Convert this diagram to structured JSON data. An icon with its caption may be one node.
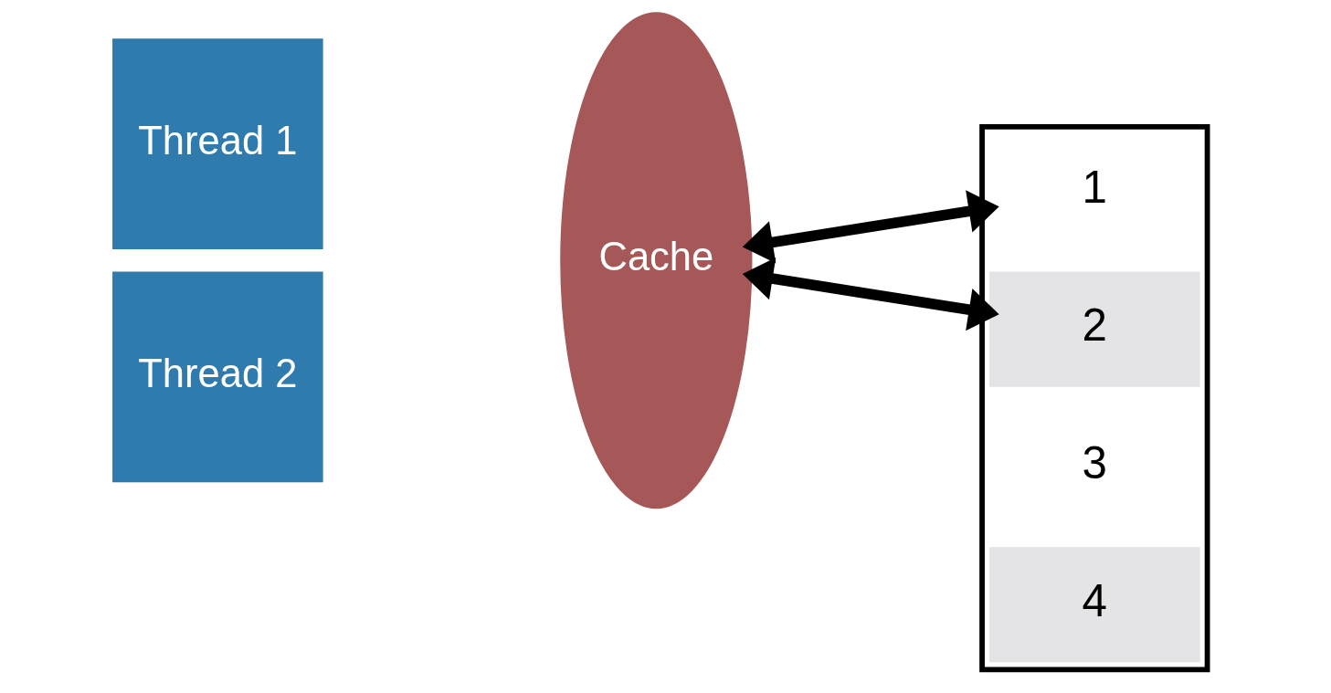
{
  "diagram": {
    "nodes": [
      {
        "text": [
          "Thread 1"
        ]
      },
      {
        "text": [
          "Thread 2"
        ]
      },
      {
        "text": [
          "Cache"
        ]
      },
      {
        "text": [],
        "shape": "box"
      },
      {
        "text": [
          "1"
        ],
        "in": 3
      },
      {
        "text": [
          "2"
        ],
        "in": 3
      },
      {
        "text": [
          "3"
        ],
        "in": 3
      },
      {
        "text": [
          "4"
        ],
        "in": 3
      }
    ],
    "edges": [
      {
        "from": 2,
        "to": 4,
        "arrow": "both"
      },
      {
        "from": 2,
        "to": 5,
        "arrow": "both"
      }
    ]
  }
}
